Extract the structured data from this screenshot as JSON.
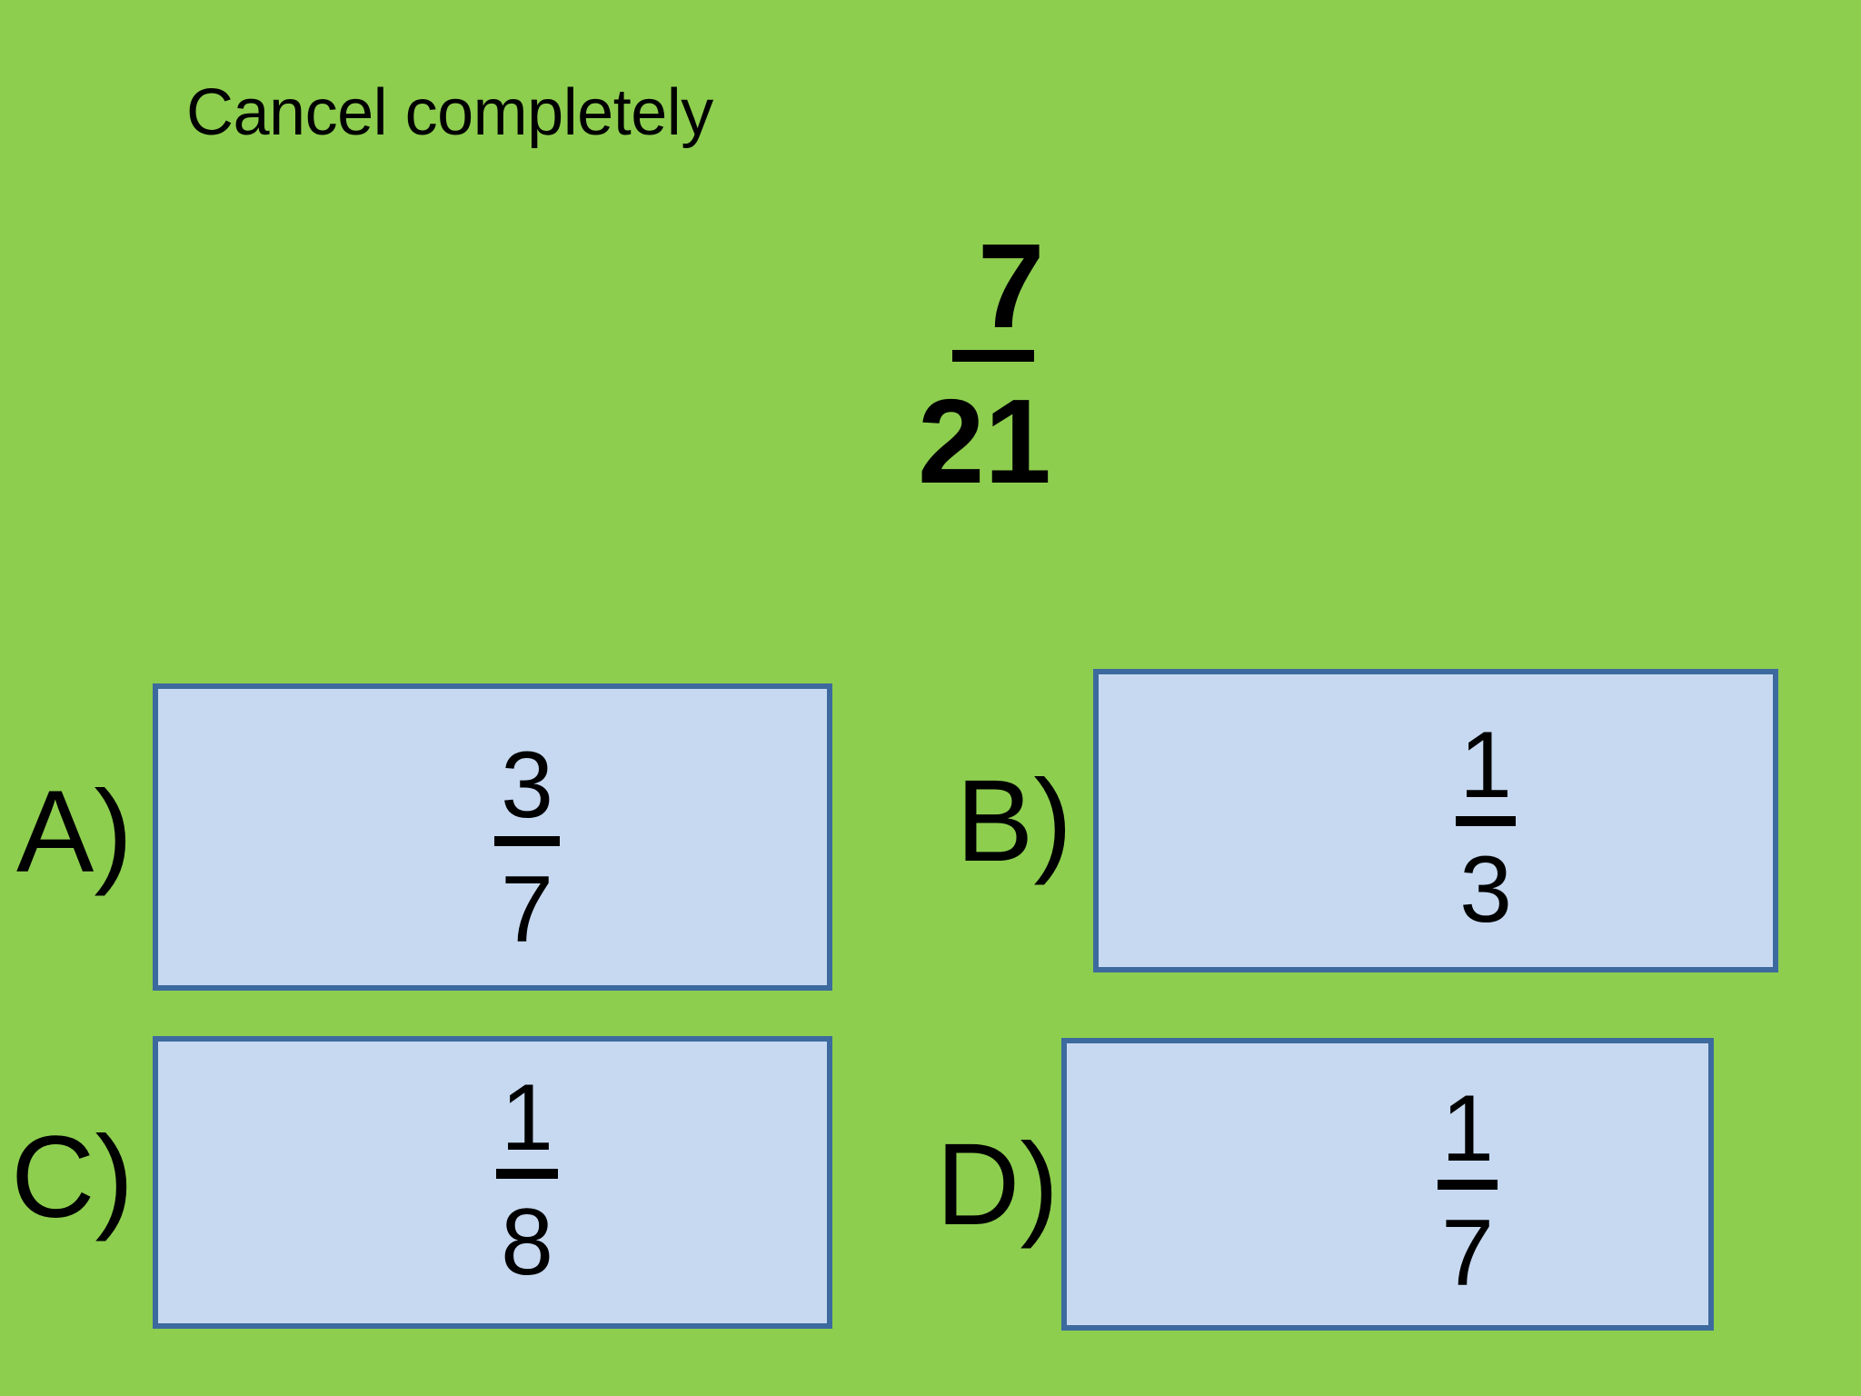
{
  "slide": {
    "title": "Cancel completely",
    "background_color": "#8DCE4F",
    "text_color": "#000000"
  },
  "question": {
    "numerator": "7",
    "denominator": "21",
    "expression": "7/21"
  },
  "options": [
    {
      "key": "A",
      "label": "A)",
      "numerator": "3",
      "denominator": "7",
      "expression": "3/7"
    },
    {
      "key": "B",
      "label": "B)",
      "numerator": "1",
      "denominator": "3",
      "expression": "1/3"
    },
    {
      "key": "C",
      "label": "C)",
      "numerator": "1",
      "denominator": "8",
      "expression": "1/8"
    },
    {
      "key": "D",
      "label": "D)",
      "numerator": "1",
      "denominator": "7",
      "expression": "1/7"
    }
  ],
  "style": {
    "option_box_fill": "#C7D9F1",
    "option_box_border": "#3D6A9E"
  }
}
